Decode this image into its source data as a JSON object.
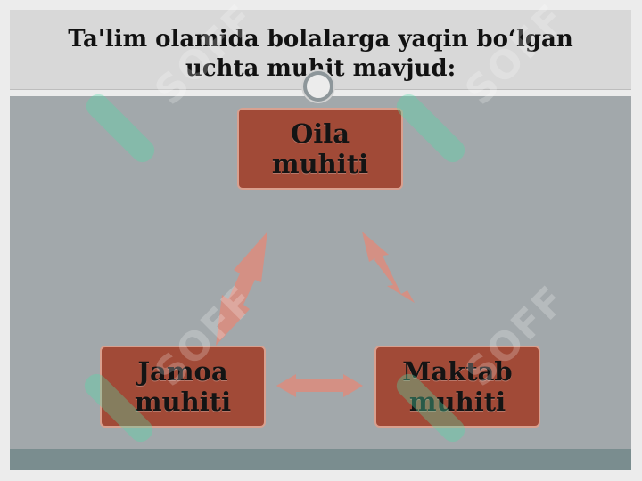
{
  "slide": {
    "title_line1": "Ta'lim olamida bolalarga yaqin bo‘lgan",
    "title_line2": "uchta muhit mavjud:"
  },
  "diagram": {
    "nodes": [
      {
        "id": "oila",
        "label": "Oila\nmuhiti"
      },
      {
        "id": "jamoa",
        "label": "Jamoa\nmuhiti"
      },
      {
        "id": "maktab",
        "label": "Maktab\nmuhiti"
      }
    ],
    "connections": [
      {
        "from": "jamoa",
        "to": "oila",
        "style": "double-arrow"
      },
      {
        "from": "oila",
        "to": "maktab",
        "style": "double-arrow"
      },
      {
        "from": "jamoa",
        "to": "maktab",
        "style": "double-arrow"
      }
    ]
  },
  "watermark": {
    "text": "SOFF"
  },
  "colors": {
    "node_fill": "#a14a37",
    "node_border": "#d9a08f",
    "arrow_fill": "#d98d80",
    "panel": "#a2a8ab",
    "title_band": "#d8d8d8",
    "footer": "#7a8d8f"
  }
}
